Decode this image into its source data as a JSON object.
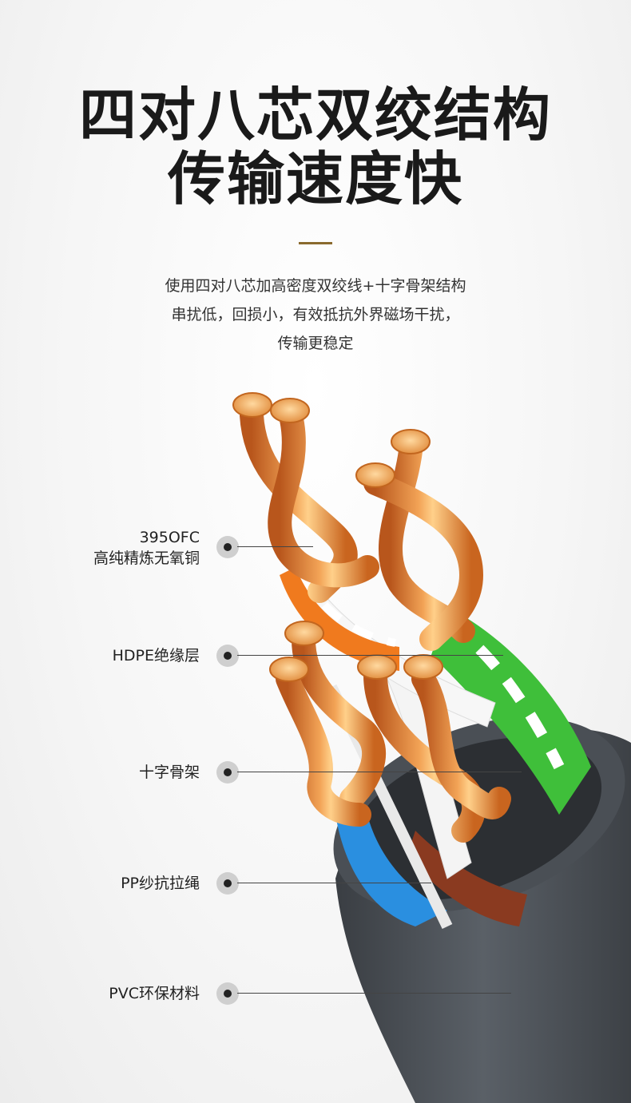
{
  "headline": {
    "line1": "四对八芯双绞结构",
    "line2": "传输速度快"
  },
  "description": {
    "line1": "使用四对八芯加高密度双绞线+十字骨架结构",
    "line2": "串扰低，回损小，有效抵抗外界磁场干扰，",
    "line3": "传输更稳定"
  },
  "callouts": [
    {
      "line1": "395OFC",
      "line2": "高纯精炼无氧铜"
    },
    {
      "line1": "HDPE绝缘层"
    },
    {
      "line1": "十字骨架"
    },
    {
      "line1": "PP纱抗拉绳"
    },
    {
      "line1": "PVC环保材料"
    }
  ],
  "colors": {
    "accent_divider": "#8a6a2e",
    "copper": "#e0883a",
    "jacket": "#4a4f55",
    "wire_orange": "#f07a1e",
    "wire_green": "#3fbf3a",
    "wire_blue": "#2a8fe0",
    "wire_brown": "#8a3a20"
  }
}
